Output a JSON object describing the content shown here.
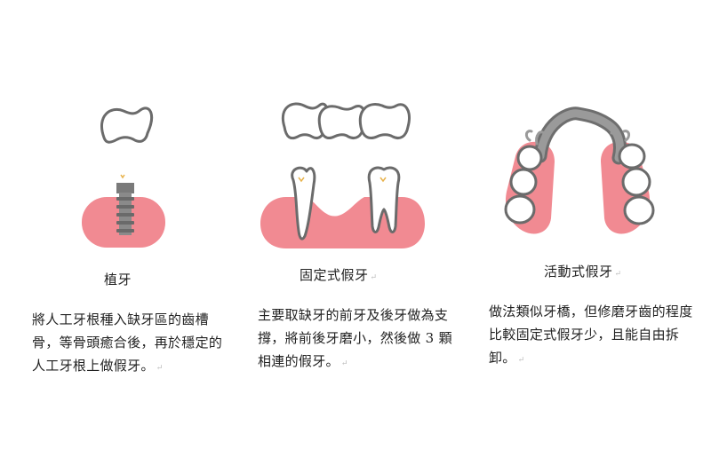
{
  "colors": {
    "gum": "#f18a92",
    "tooth_outline": "#6b6b6b",
    "metal": "#8a8a8a",
    "accent": "#e8b24a"
  },
  "columns": [
    {
      "title": "植牙",
      "description": "將人工牙根種入缺牙區的齒槽骨，等骨頭癒合後，再於穩定的人工牙根上做假牙。"
    },
    {
      "title": "固定式假牙",
      "description": "主要取缺牙的前牙及後牙做為支撐，將前後牙磨小，然後做 3  顆相連的假牙。"
    },
    {
      "title": "活動式假牙",
      "description": "做法類似牙橋，但修磨牙齒的程度比較固定式假牙少，且能自由拆卸。"
    }
  ]
}
